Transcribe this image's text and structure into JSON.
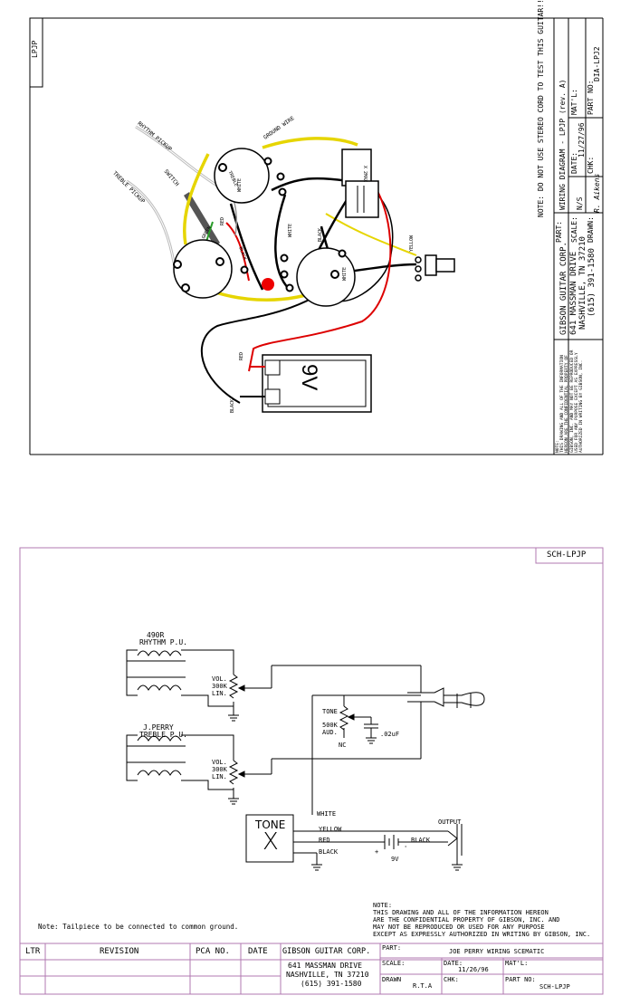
{
  "top": {
    "tab_code": "LPJP",
    "note_test": "NOTE: DO NOT USE STEREO CORD TO TEST THIS GUITAR!!",
    "company": "GIBSON GUITAR CORP.",
    "addr1": "641 MASSMAN DRIVE",
    "addr2": "NASHVILLE, TN 37210",
    "phone": "(615) 391-1580",
    "part_label": "PART:",
    "part_value": "WIRING DIAGRAM - LPJP (rev. A)",
    "scale_label": "SCALE:",
    "scale_value": "N/S",
    "date_label": "DATE:",
    "date_value": "11/27/96",
    "matl_label": "MAT'L:",
    "partno_label": "PART NO:",
    "partno_value": "DIA-LPJ2",
    "drawn_label": "DRAWN:",
    "drawn_value": "R. Aikens",
    "chk_label": "CHK:",
    "note_prop_lines": [
      "NOTE:",
      "THIS DRAWING AND ALL OF THE INFORMATION",
      "HEREON ARE THE CONFIDENTIAL PROPERTY OF",
      "GIBSON, INC. AND MAY NOT BE REPRODUCED OR",
      "USED FOR ANY PURPOSE EXCEPT AS EXPRESSLY",
      "AUTHORIZED IN WRITING BY GIBSON, INC."
    ],
    "labels": {
      "ground_wire": "GROUND WIRE",
      "rhythm_pickup": "RHYTHM PICKUP",
      "treble_pickup": "TREBLE PICKUP",
      "switch": "SWITCH",
      "treble": "TREBLE",
      "white1": "WHITE",
      "green": "GREEN",
      "red1": "RED",
      "black1": "BLACK",
      "white2": "WHITE",
      "black2": "BLACK",
      "white3": "WHITE",
      "yellow": "YELLOW",
      "x2max": "X 2MAX",
      "red2": "RED",
      "black3": "BLACK",
      "battery": "9V"
    }
  },
  "bottom": {
    "sheet_code": "SCH-LPJP",
    "rhythm_pu_1": "490R",
    "rhythm_pu_2": "RHYTHM P.U.",
    "treble_pu_1": "J.PERRY",
    "treble_pu_2": "TREBLE P.U.",
    "vol1_1": "VOL.",
    "vol1_2": "300K",
    "vol1_3": "LIN.",
    "vol2_1": "VOL.",
    "vol2_2": "300K",
    "vol2_3": "LIN.",
    "tone_1": "TONE",
    "tone_2": "500K",
    "tone_3": "AUD.",
    "tone_nc": "NC",
    "cap": ".02uF",
    "tonex_1": "TONE",
    "tonex_2": "X",
    "white": "WHITE",
    "yellow": "YELLOW",
    "red": "RED",
    "black1": "BLACK",
    "black2": "BLACK",
    "output": "OUTPUT",
    "battery": "9V",
    "plus": "+",
    "minus": "'",
    "note_tail": "Note:  Tailpiece to be connected to common ground.",
    "note_lines": [
      "NOTE:",
      "THIS DRAWING AND ALL OF THE INFORMATION HEREON",
      "ARE THE CONFIDENTIAL PROPERTY OF GIBSON, INC. AND",
      "MAY NOT BE REPRODUCED OR USED FOR ANY PURPOSE",
      "EXCEPT AS EXPRESSLY AUTHORIZED IN WRITING BY GIBSON, INC."
    ],
    "tb": {
      "ltr": "LTR",
      "revision": "REVISION",
      "pca": "PCA NO.",
      "date": "DATE",
      "company": "GIBSON GUITAR CORP.",
      "addr1": "641 MASSMAN DRIVE",
      "addr2": "NASHVILLE, TN 37210",
      "phone": "(615) 391-1580",
      "part_label": "PART:",
      "part_value": "JOE PERRY WIRING SCEMATIC",
      "scale_label": "SCALE:",
      "date_label": "DATE:",
      "date_value": "11/26/96",
      "matl_label": "MAT'L:",
      "drawn_label": "DRAWN",
      "drawn_value": "R.T.A",
      "chk_label": "CHK:",
      "partno_label": "PART NO:",
      "partno_value": "SCH-LPJP"
    }
  }
}
